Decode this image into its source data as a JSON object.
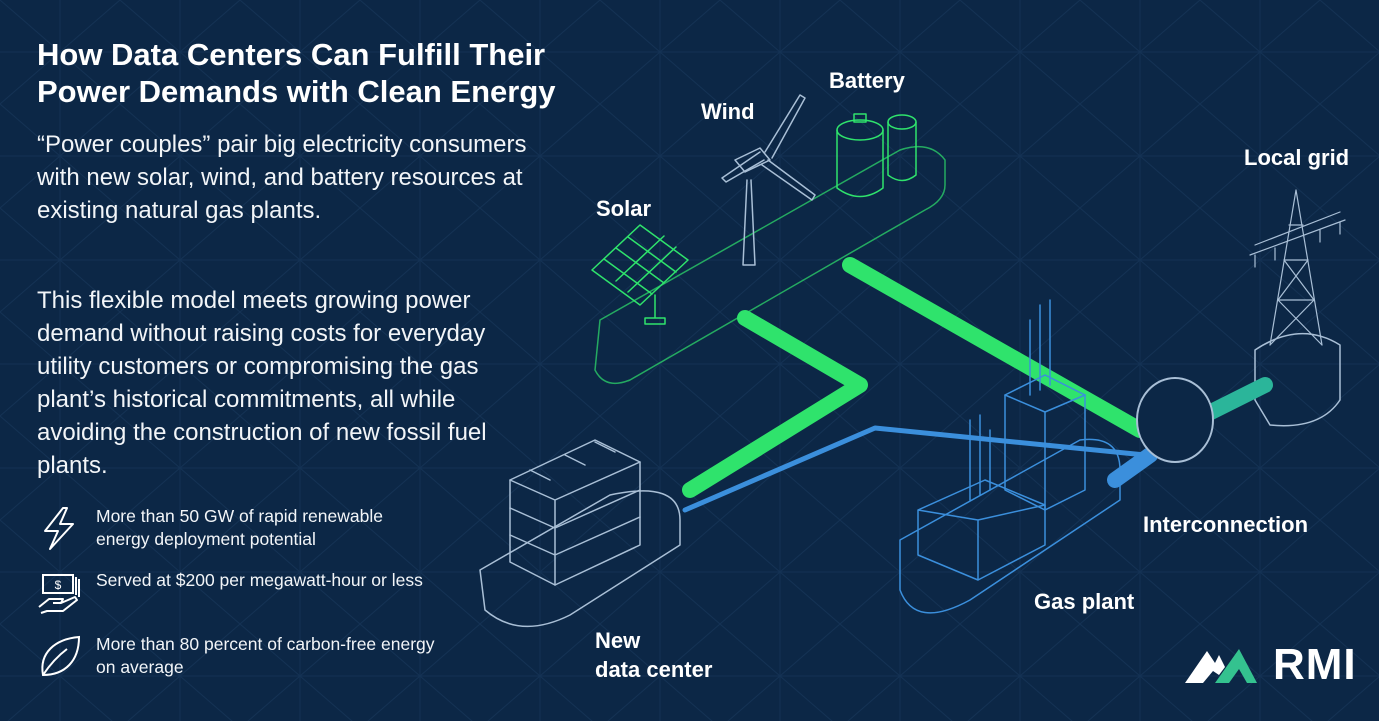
{
  "title": {
    "line1": "How Data Centers Can Fulfill Their",
    "line2": "Power Demands with Clean Energy"
  },
  "paragraphs": [
    "“Power couples” pair big electricity consumers with new solar, wind, and battery resources at existing natural gas plants.",
    "This flexible model meets growing power demand without raising costs for everyday utility customers or compromising the gas plant’s historical commitments, all while avoiding the construction of new fossil fuel plants."
  ],
  "bullets": [
    {
      "icon": "lightning-icon",
      "text": "More than 50 GW of rapid renewable energy deployment potential"
    },
    {
      "icon": "money-hand-icon",
      "text": "Served at $200 per megawatt-hour or less"
    },
    {
      "icon": "leaf-icon",
      "text": "More than 80 percent of carbon-free energy on average"
    }
  ],
  "diagram": {
    "labels": {
      "battery": "Battery",
      "wind": "Wind",
      "solar": "Solar",
      "local_grid": "Local grid",
      "interconnection": "Interconnection",
      "gas_plant": "Gas plant",
      "data_center_line1": "New",
      "data_center_line2": "data center"
    },
    "colors": {
      "background": "#0c2746",
      "clean_pipe": "#2fe36c",
      "gas_pipe": "#3b8fdc",
      "grid_pipe": "#2bb59a",
      "outline": "#a9bfd6"
    }
  },
  "logo": {
    "text": "RMI",
    "accent": "#34c28f"
  }
}
